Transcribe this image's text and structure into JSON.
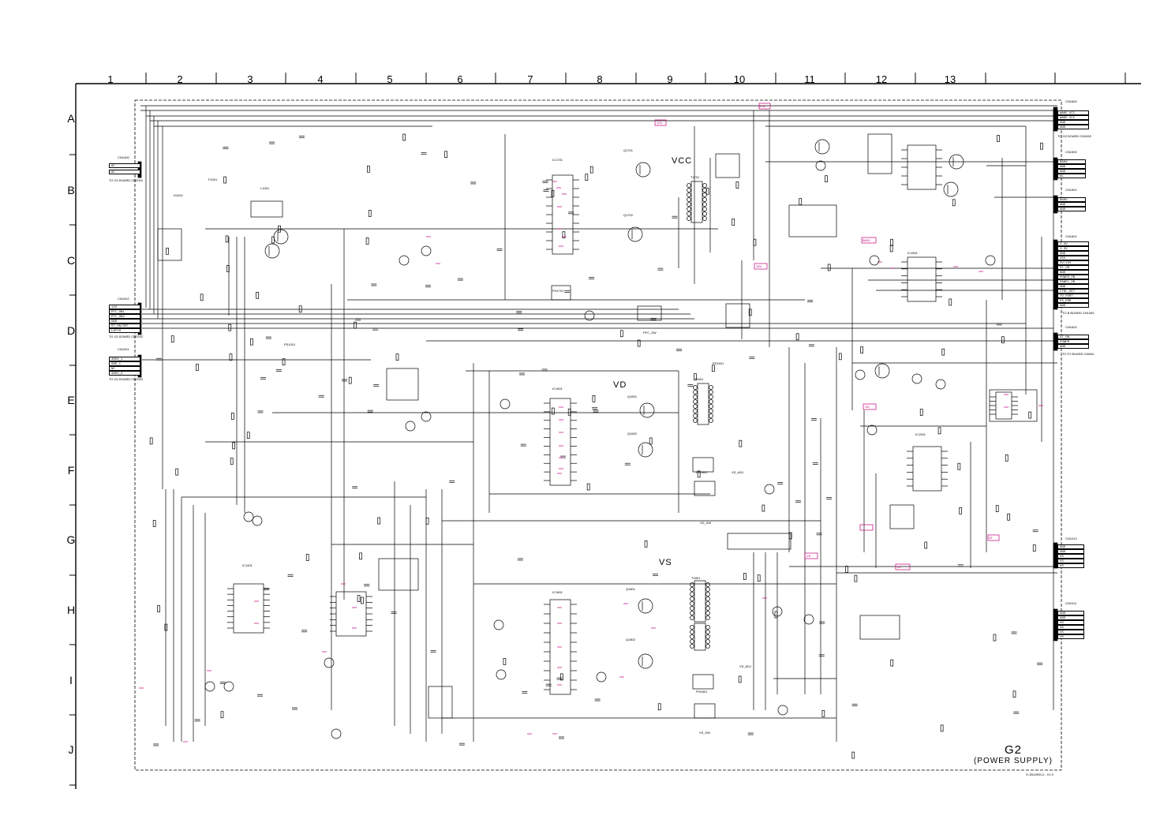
{
  "grid": {
    "columns": [
      "1",
      "2",
      "3",
      "4",
      "5",
      "6",
      "7",
      "8",
      "9",
      "10",
      "11",
      "12",
      "13"
    ],
    "rows": [
      "A",
      "B",
      "C",
      "D",
      "E",
      "F",
      "G",
      "H",
      "I",
      "J"
    ]
  },
  "board": {
    "title": "G2",
    "subtitle": "(POWER SUPPLY)",
    "doc_code": "S-1B11900-2...V1.0"
  },
  "sections": {
    "vcc": "VCC",
    "vd": "VD",
    "vs": "VS"
  },
  "connectors": {
    "cn_left_ac": {
      "ref": "CN1000",
      "pins": [
        "AC",
        "AC"
      ],
      "note": "TO G1 BOARD CN2001"
    },
    "cn_left_pfc": {
      "ref": "CN1002",
      "pins": [
        "12V",
        "PFC_ON1",
        "PFC_ON2",
        "GND",
        "ST_ON/OFF",
        "LATCH"
      ],
      "note": "TO G1 BOARD CN2002"
    },
    "cn_left_380": {
      "ref": "CN1001",
      "pins": [
        "380V_1",
        "GND_1",
        "NC",
        "380V_2"
      ],
      "note": "TO G1 BOARD CN2003"
    },
    "cn_right_main": {
      "ref": "CN1600",
      "pins": [
        "WAKE VCC",
        "WAKE VCC",
        "GND",
        "GND"
      ],
      "note": "TO G2 BOARD CN2602"
    },
    "cn_right_b60v": {
      "ref": "CN1500",
      "pins": [
        "B60V",
        "GND",
        "GND",
        "NC"
      ],
      "note": ""
    },
    "cn_right_b60v2": {
      "ref": "CN1501",
      "pins": [
        "B60V",
        "GND",
        "GND"
      ],
      "note": ""
    },
    "cn_right_ctrl": {
      "ref": "CN1601",
      "pins": [
        "3.3V",
        "3.3V",
        "GND",
        "15V",
        "5V/12V",
        "ST_ON",
        "GND",
        "POWER_ON",
        "PANEL_ON",
        "GND",
        "CTRL_SET",
        "TO_PORT",
        "PS_ERR",
        "GND"
      ],
      "note": "TO B BOARD CN1004"
    },
    "cn_right_st": {
      "ref": "CN1602",
      "pins": [
        "ST_ON",
        "POWER",
        "GND"
      ],
      "note": "TO F1 BOARD CN604"
    },
    "cn_right_vs": {
      "ref": "CN1010",
      "pins": [
        "GND",
        "GND",
        "VS",
        "VS",
        "VS"
      ],
      "note": ""
    },
    "cn_right_vs2": {
      "ref": "CN1011",
      "pins": [
        "GND",
        "GND",
        "VS",
        "VS",
        "VS",
        "VS"
      ],
      "note": ""
    }
  },
  "refs": {
    "ic1701": "IC1701",
    "ic1601": "IC1601",
    "ic1801": "IC1801",
    "ic1401": "IC1401",
    "ic1901": "IC1901",
    "ic1501": "IC1501",
    "q1701": "Q1701",
    "q1702": "Q1702",
    "q1601": "Q1601",
    "q1602": "Q1602",
    "q1801": "Q1801",
    "q1802": "Q1802",
    "t1701": "T1701",
    "t1601": "T1601",
    "t1801": "T1801",
    "d1001": "D1001",
    "l1001": "L1001",
    "f1001": "F1001",
    "ps1001": "PS1001",
    "ps1601": "PS1601",
    "ph1701": "PH1701",
    "ph1601": "PH1601",
    "ph1801": "PH1801",
    "vd_adj": "VD_ADJ",
    "vs_adj": "VS_ADJ",
    "vd_sw": "VD_SW",
    "vs_sw": "VS_SW",
    "pfc_sw": "PFC_SW"
  },
  "test_points": [
    "3.3V",
    "12V",
    "B60V",
    "VD",
    "VS",
    "15V",
    "5V",
    "ST"
  ]
}
